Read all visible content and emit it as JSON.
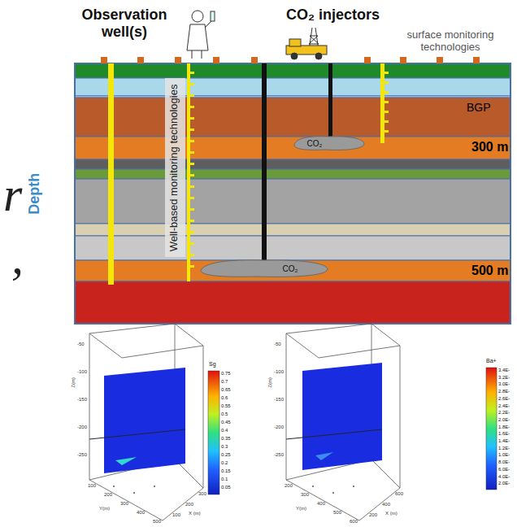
{
  "diagram": {
    "nodes": [
      {
        "text": [
          "CO₂"
        ]
      },
      {
        "text": [
          "CO₂"
        ]
      }
    ],
    "labels": [
      "Observation well(s)",
      "CO₂ injectors",
      "surface monitoring technologies",
      "Well-based monitoring technologies",
      "BGP",
      "300 m",
      "500 m",
      "Depth",
      "r",
      ",",
      "Sg",
      "0.75",
      "0.7",
      "0.65",
      "0.6",
      "0.55",
      "0.5",
      "0.45",
      "0.4",
      "0.35",
      "0.3",
      "0.25",
      "0.2",
      "0.15",
      "0.1",
      "0.05",
      "Ba+",
      "3.4E-",
      "3.2E-",
      "3.0E-",
      "2.8E-",
      "2.6E-",
      "2.4E-",
      "2.2E-",
      "2.0E-",
      "1.8E-",
      "1.6E-",
      "1.4E-",
      "1.2E-",
      "1.0E-",
      "8.0E-",
      "6.0E-",
      "4.0E-",
      "2.0E-",
      "Z(m)",
      "-50",
      "-100",
      "-150",
      "-200",
      "-250",
      "Y(m)",
      "100",
      "200",
      "300",
      "400",
      "500",
      "X (m)",
      "100",
      "200",
      "300",
      "Z(m)",
      "-50",
      "-100",
      "-150",
      "-200",
      "-250",
      "Y(m)",
      "200",
      "300",
      "400",
      "500",
      "600",
      "X (m)",
      "200",
      "400",
      "600"
    ]
  }
}
